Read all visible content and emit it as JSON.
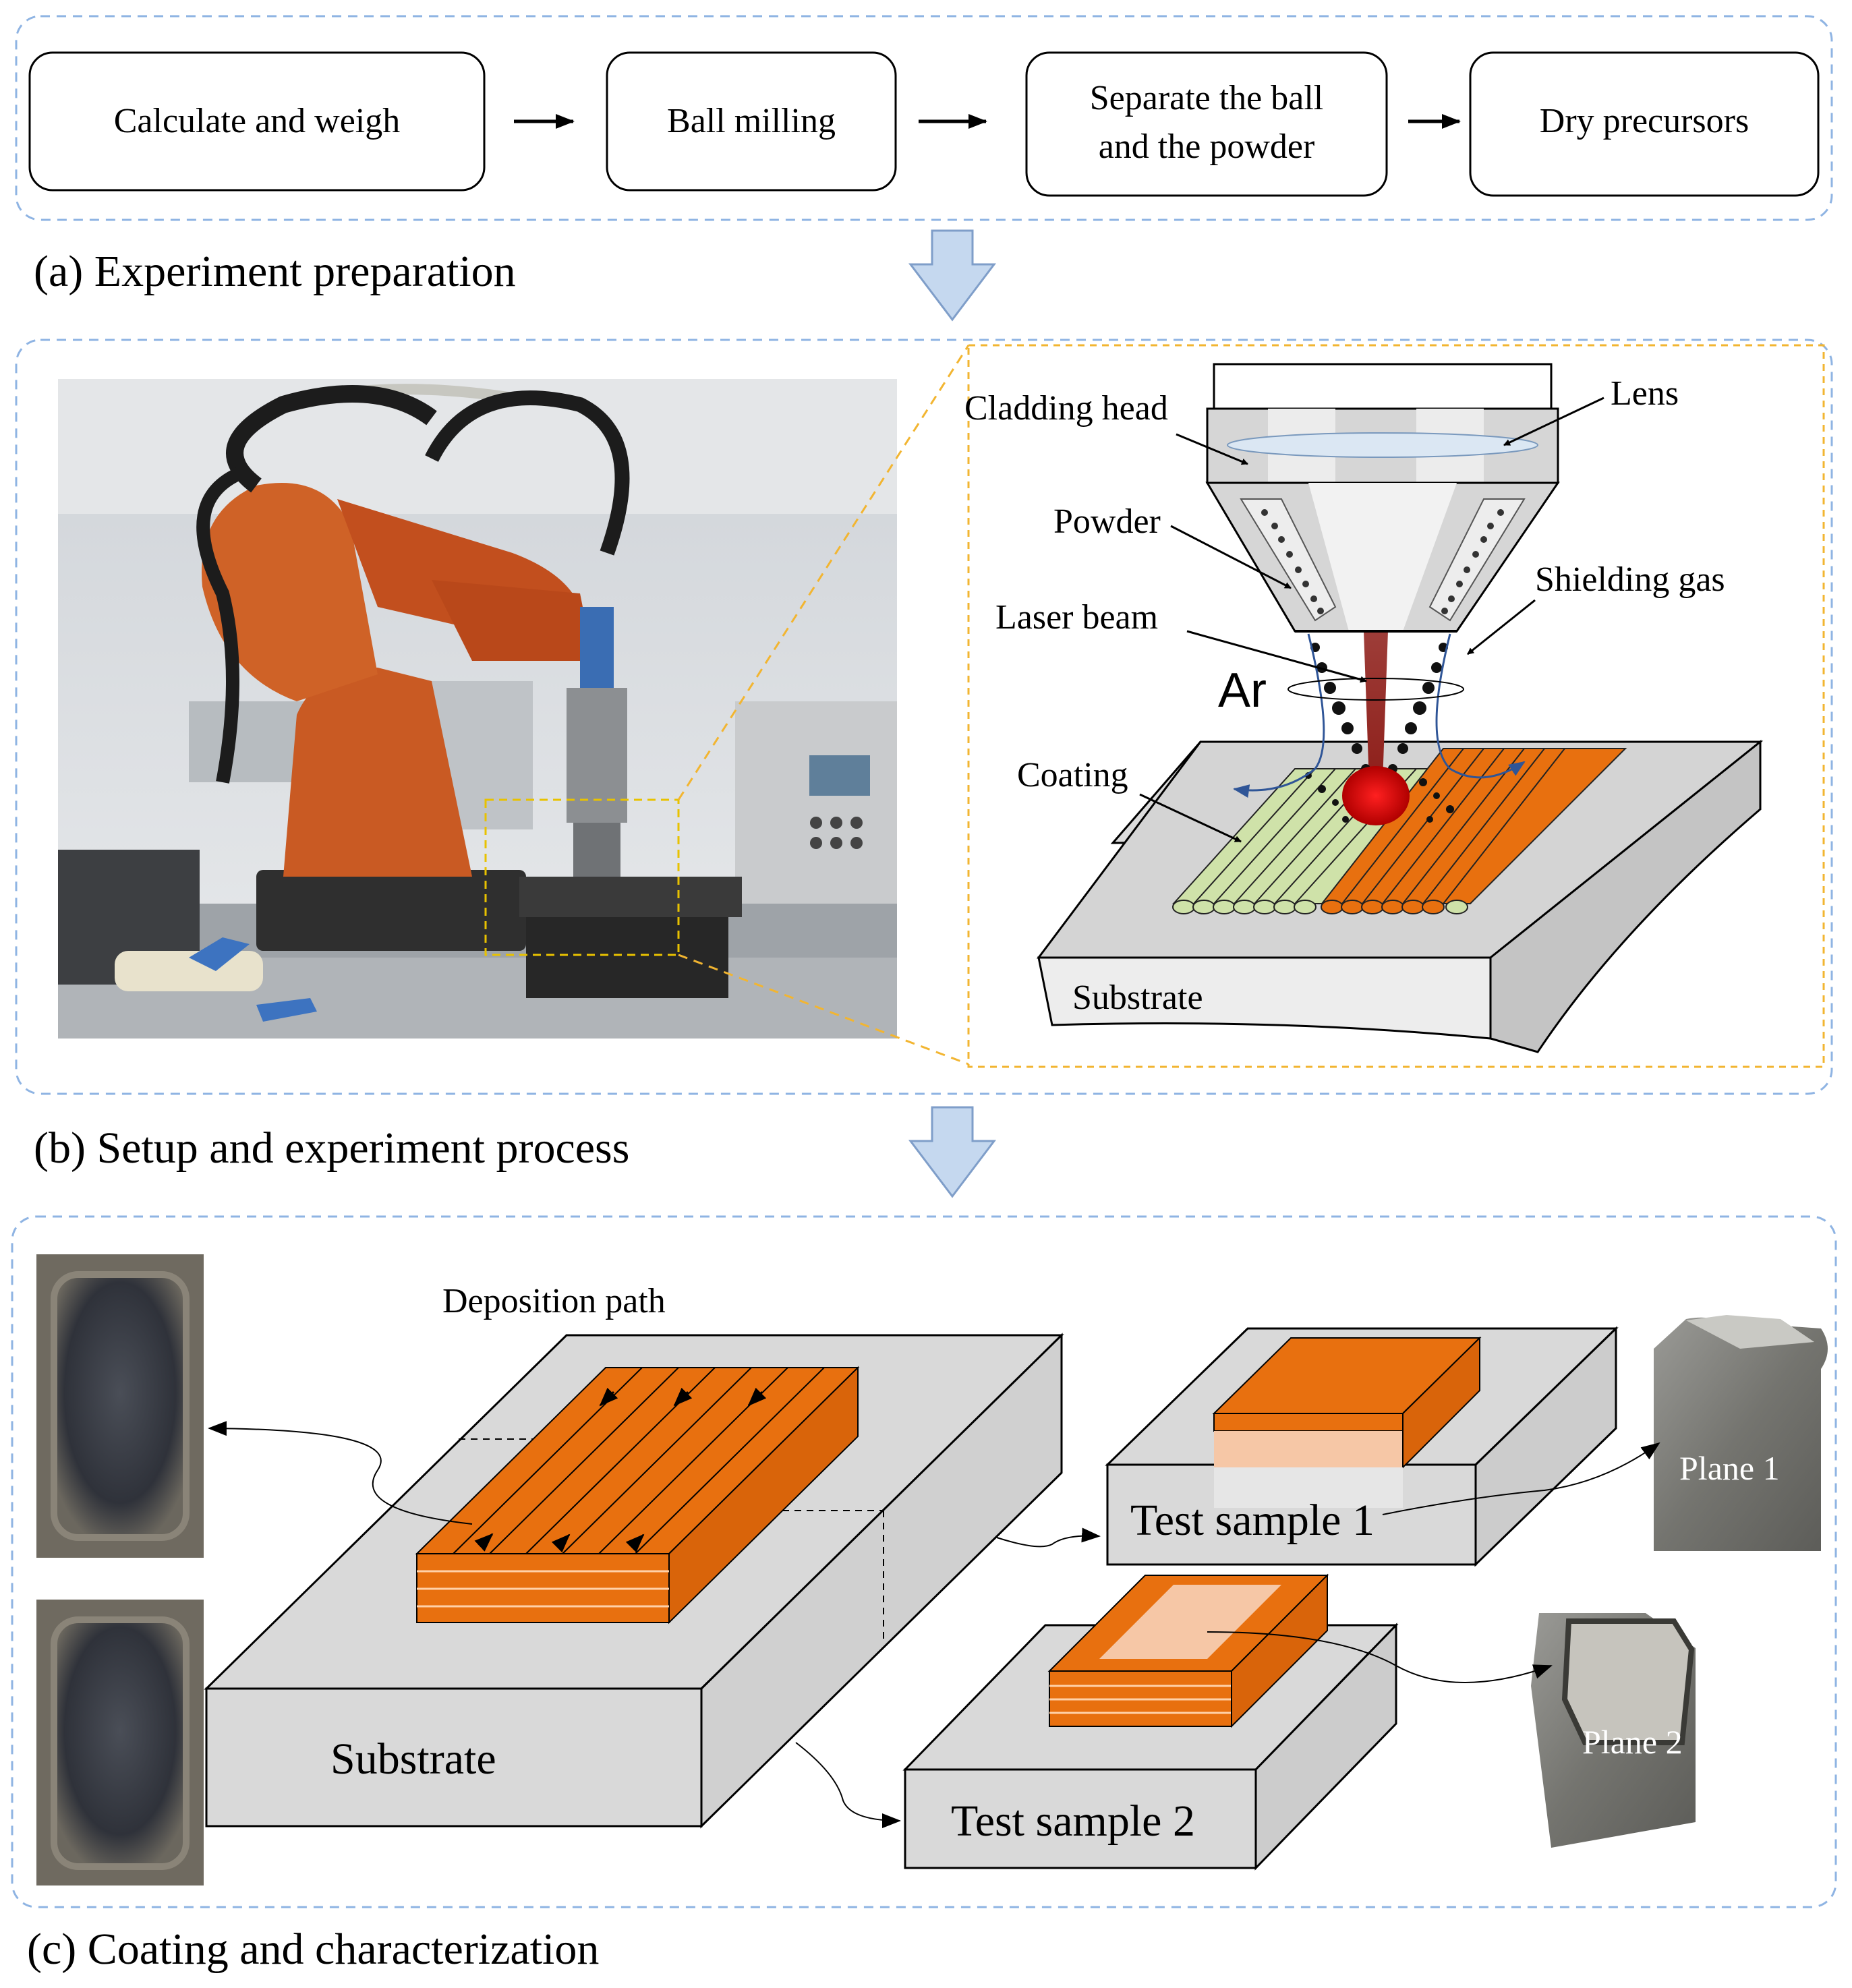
{
  "panel_a": {
    "steps": [
      "Calculate and weigh",
      "Ball milling",
      "Separate the ball",
      "and the powder",
      "Dry precursors"
    ],
    "caption": "(a) Experiment preparation"
  },
  "panel_b": {
    "labels": {
      "cladding_head": "Cladding head",
      "lens": "Lens",
      "powder": "Powder",
      "shielding_gas": "Shielding gas",
      "laser_beam": "Laser beam",
      "ar": "Ar",
      "coating": "Coating",
      "substrate": "Substrate"
    },
    "caption": "(b) Setup and experiment process"
  },
  "panel_c": {
    "labels": {
      "deposition_path": "Deposition path",
      "substrate": "Substrate",
      "test_sample_1": "Test sample 1",
      "test_sample_2": "Test sample 2",
      "plane_1": "Plane 1",
      "plane_2": "Plane 2"
    },
    "caption": "(c) Coating and  characterization"
  },
  "colors": {
    "orange": "#e8700f",
    "coating_green": "#cfe2a9",
    "gray_block": "#d9d9d9",
    "dashed_border": "#8fb4e3",
    "flow_arrow": "#c5d8ef",
    "laser": "#a0312c",
    "robot_orange": "#c95a23"
  }
}
